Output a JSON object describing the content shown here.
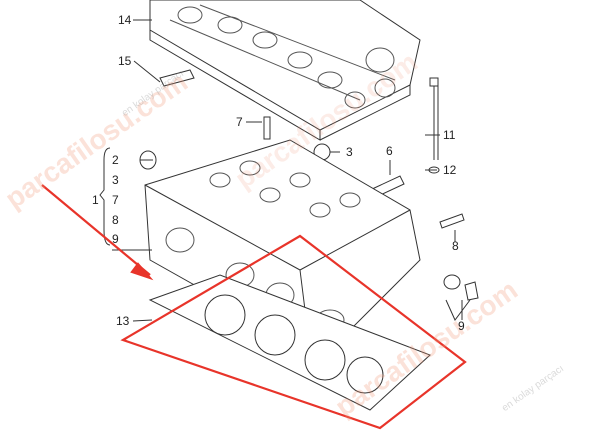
{
  "labels": {
    "l14": "14",
    "l15": "15",
    "l7top": "7",
    "l11": "11",
    "l2": "2",
    "l3right": "3",
    "l6": "6",
    "l12": "12",
    "l3": "3",
    "l1": "1",
    "l7": "7",
    "l8": "8",
    "l9": "9",
    "l8right": "8",
    "l9right": "9",
    "l13": "13"
  },
  "watermark": {
    "brand": "parcafilosu.com",
    "tagline": "en kolay parçacı"
  },
  "colors": {
    "highlight": "#e8342a",
    "line": "#333333"
  }
}
